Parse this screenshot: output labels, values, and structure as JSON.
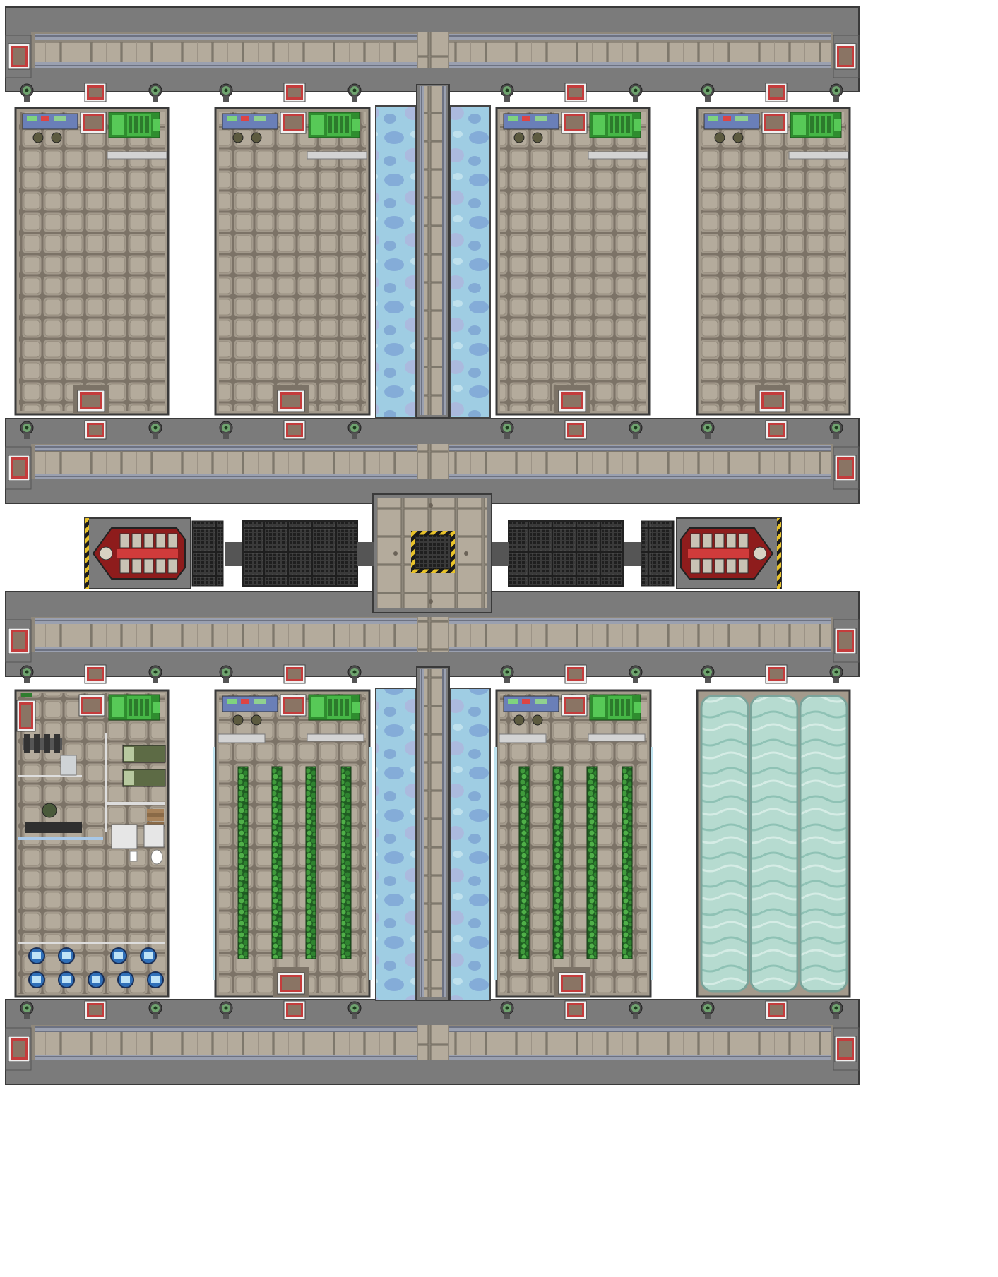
{
  "map": {
    "palette": {
      "hull": "#7b7b7b",
      "hull_edge": "#3a3a3a",
      "floor": "#a39a8c",
      "floor_tile": "#b7ae9f",
      "floor_grout": "#7c7367",
      "grating": "#2b2b2b",
      "water": "#8fbfdc",
      "water_dark": "#6a8fc7",
      "pool": "#b9dcd2",
      "plants": "#2f7d2f",
      "machine": "#57c957",
      "door_red": "#b23a3a",
      "shuttle_red": "#8e1c1c",
      "seat_blue": "#2f6fb8",
      "hazard_yellow": "#e8c22a"
    },
    "regions": [
      {
        "name": "corridor-north",
        "kind": "corridor"
      },
      {
        "name": "corridor-middle-north",
        "kind": "corridor"
      },
      {
        "name": "corridor-middle-south",
        "kind": "corridor"
      },
      {
        "name": "corridor-south",
        "kind": "corridor"
      },
      {
        "name": "central-hub",
        "kind": "hub"
      },
      {
        "name": "docking-bay-west",
        "kind": "dock"
      },
      {
        "name": "docking-bay-east",
        "kind": "dock"
      },
      {
        "name": "cargo-bay-1",
        "kind": "cargo"
      },
      {
        "name": "cargo-bay-2",
        "kind": "cargo"
      },
      {
        "name": "cargo-bay-3",
        "kind": "cargo"
      },
      {
        "name": "cargo-bay-4",
        "kind": "cargo"
      },
      {
        "name": "crew-quarters",
        "kind": "quarters"
      },
      {
        "name": "hydroponics-west",
        "kind": "hydroponics"
      },
      {
        "name": "hydroponics-east",
        "kind": "hydroponics"
      },
      {
        "name": "water-tanks",
        "kind": "reservoir"
      }
    ]
  }
}
